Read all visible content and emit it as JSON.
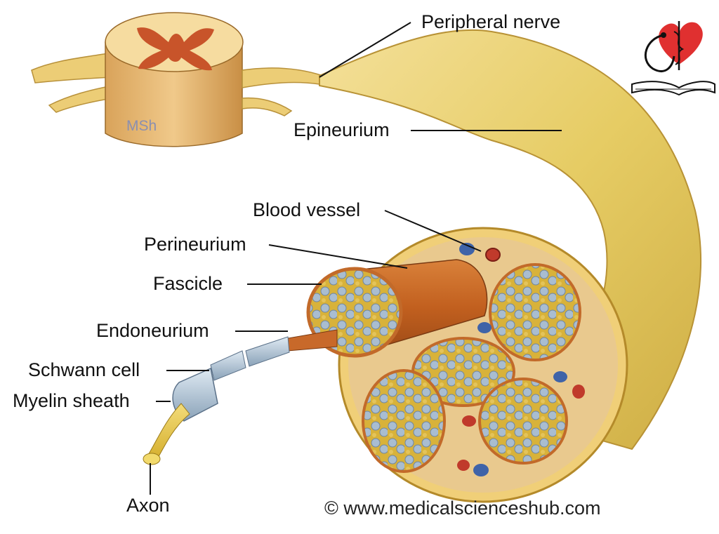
{
  "labels": {
    "peripheral_nerve": "Peripheral nerve",
    "epineurium": "Epineurium",
    "blood_vessel": "Blood vessel",
    "perineurium": "Perineurium",
    "fascicle": "Fascicle",
    "endoneurium": "Endoneurium",
    "schwann_cell": "Schwann cell",
    "myelin_sheath": "Myelin sheath",
    "axon": "Axon"
  },
  "spinal_cord_mark": "MSh",
  "copyright": "© www.medicalscienceshub.com",
  "logo": {
    "icon": "heart-stethoscope-caduceus-book-logo"
  },
  "colors": {
    "nerve": "#e8cf6a",
    "fascicle_sheath": "#c8692a",
    "axon_blue": "#9fb7cc",
    "axon_core": "#e2c13c",
    "vessel_red": "#c03a2b",
    "vessel_blue": "#3f63a8",
    "grey_matter": "#c8542a",
    "logo_red": "#e03030"
  }
}
